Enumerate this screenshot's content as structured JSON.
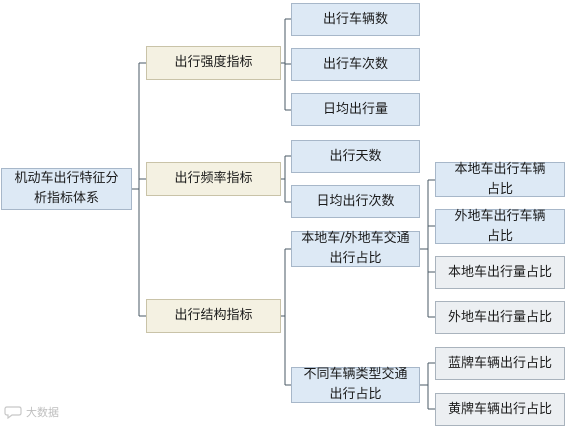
{
  "nodes": {
    "root": [
      "机动车出行特征分",
      "析指标体系"
    ],
    "intensity": "出行强度指标",
    "frequency": "出行频率指标",
    "structure": "出行结构指标",
    "veh_count": "出行车辆数",
    "trip_count": "出行车次数",
    "daily_volume": "日均出行量",
    "trip_days": "出行天数",
    "daily_trips": "日均出行次数",
    "local_nonlocal": [
      "本地车/外地车交通",
      "出行占比"
    ],
    "vehicle_type": [
      "不同车辆类型交通",
      "出行占比"
    ],
    "local_veh": [
      "本地车出行车辆",
      "占比"
    ],
    "nonlocal_veh": [
      "外地车出行车辆",
      "占比"
    ],
    "local_volume": "本地车出行量占比",
    "nonlocal_volume": "外地车出行量占比",
    "blue_plate": "蓝牌车辆出行占比",
    "yellow_plate": "黄牌车辆出行占比"
  },
  "watermark": {
    "text": "大数据",
    "logo_icon": "speech-bubble-icon"
  },
  "colors": {
    "level_1": "#dde9f5",
    "level_2": "#f4f1e2",
    "leaf_grey": "#eceff2",
    "border": "#a7b7c9",
    "connector": "#4a5a66"
  }
}
